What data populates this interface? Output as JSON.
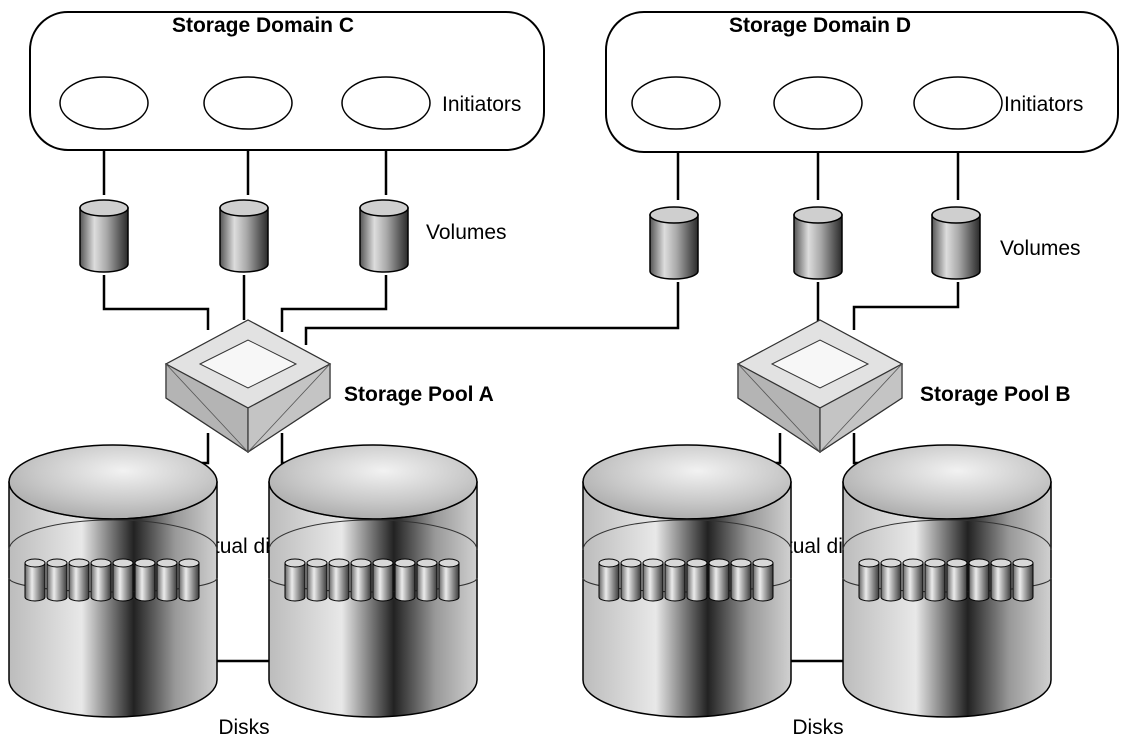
{
  "left": {
    "domain_title": "Storage Domain C",
    "initiators_label": "Initiators",
    "volumes_label": "Volumes",
    "pool_label": "Storage Pool A",
    "virtual_disks_label": "Virtual disks",
    "disks_label": "Disks"
  },
  "right": {
    "domain_title": "Storage Domain D",
    "initiators_label": "Initiators",
    "volumes_label": "Volumes",
    "pool_label": "Storage Pool B",
    "virtual_disks_label": "Virtual disks",
    "disks_label": "Disks"
  }
}
